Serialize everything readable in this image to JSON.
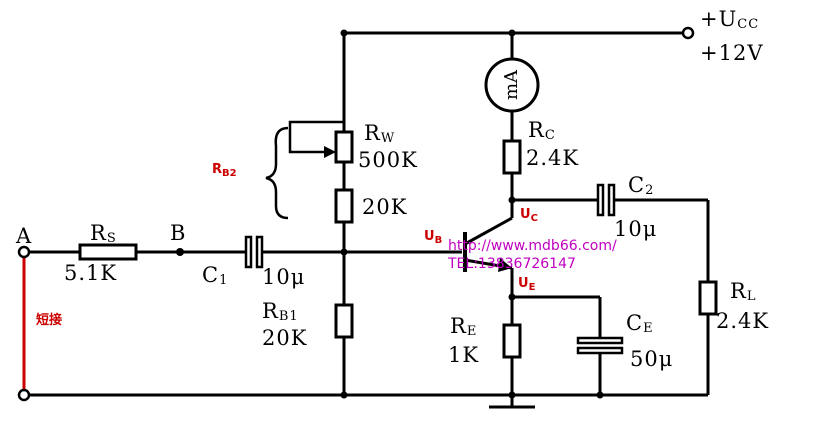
{
  "supply": {
    "label": "+U",
    "sub": "CC",
    "voltage": "+12V"
  },
  "meter": {
    "label": "mA"
  },
  "terminals": {
    "a": "A",
    "b": "B"
  },
  "short_label": "短接",
  "watermark": {
    "url": "http://www.mdb66.com/",
    "tel": "TEL:13836726147"
  },
  "components": {
    "rw": {
      "name": "R",
      "sub": "W",
      "value": "500K"
    },
    "rb2_value": "20K",
    "rb2_brace": {
      "name": "R",
      "sub": "B2"
    },
    "rc": {
      "name": "R",
      "sub": "C",
      "value": "2.4K"
    },
    "c2": {
      "name": "C",
      "sub": "2",
      "value": "10μ"
    },
    "rs": {
      "name": "R",
      "sub": "S",
      "value": "5.1K"
    },
    "c1": {
      "name": "C",
      "sub": "1",
      "value": "10μ"
    },
    "rb1": {
      "name": "R",
      "sub": "B1",
      "value": "20K"
    },
    "re": {
      "name": "R",
      "sub": "E",
      "value": "1K"
    },
    "ce": {
      "name": "C",
      "sub": "E",
      "value": "50μ"
    },
    "rl": {
      "name": "R",
      "sub": "L",
      "value": "2.4K"
    }
  },
  "nodes": {
    "ub": {
      "name": "U",
      "sub": "B"
    },
    "uc": {
      "name": "U",
      "sub": "C"
    },
    "ue": {
      "name": "U",
      "sub": "E"
    }
  }
}
